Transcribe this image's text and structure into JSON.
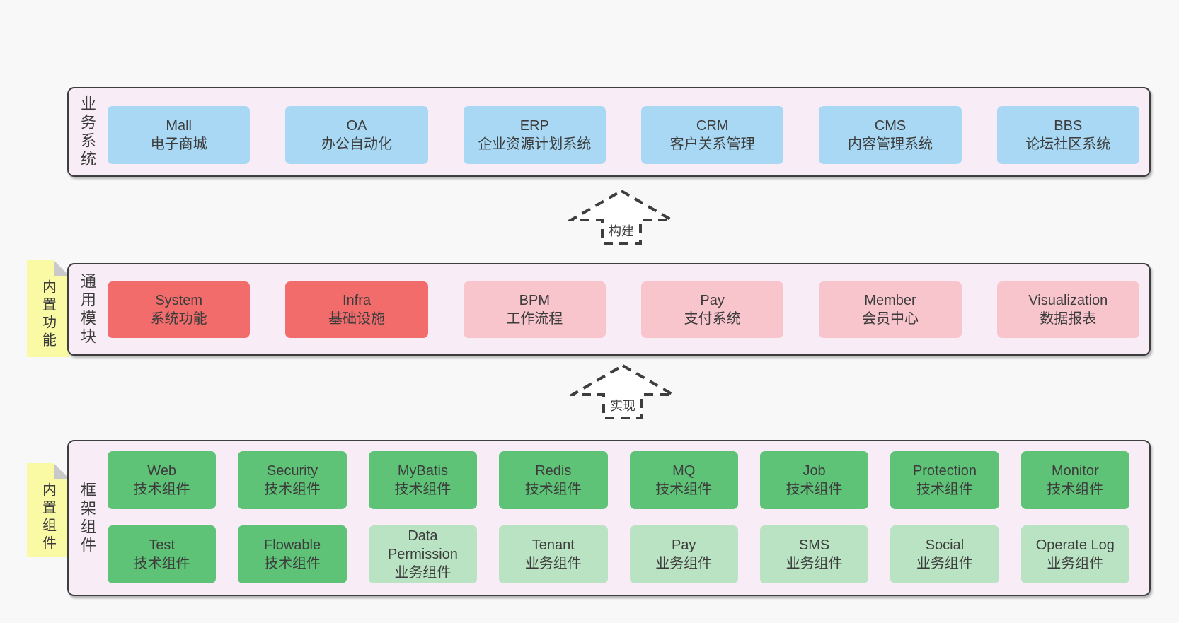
{
  "colors": {
    "page_bg": "#f8f8f8",
    "container_bg": "#f8edf6",
    "container_border": "#3e3e3e",
    "box_blue": "#a8d8f3",
    "box_red": "#f26c6c",
    "box_pink": "#f9c5cd",
    "box_green": "#5ec377",
    "box_green_light": "#b9e3c2",
    "note_yellow": "#fbfaa4",
    "note_fold_gray": "#c9c9c9",
    "text": "#3b3b3b"
  },
  "arrows": [
    {
      "label": "构建"
    },
    {
      "label": "实现"
    }
  ],
  "layers": [
    {
      "label": "业务系统",
      "boxes": [
        {
          "title": "Mall",
          "subtitle": "电子商城"
        },
        {
          "title": "OA",
          "subtitle": "办公自动化"
        },
        {
          "title": "ERP",
          "subtitle": "企业资源计划系统"
        },
        {
          "title": "CRM",
          "subtitle": "客户关系管理"
        },
        {
          "title": "CMS",
          "subtitle": "内容管理系统"
        },
        {
          "title": "BBS",
          "subtitle": "论坛社区系统"
        }
      ]
    },
    {
      "note": "内置功能",
      "label": "通用模块",
      "boxes": [
        {
          "title": "System",
          "subtitle": "系统功能"
        },
        {
          "title": "Infra",
          "subtitle": "基础设施"
        },
        {
          "title": "BPM",
          "subtitle": "工作流程"
        },
        {
          "title": "Pay",
          "subtitle": "支付系统"
        },
        {
          "title": "Member",
          "subtitle": "会员中心"
        },
        {
          "title": "Visualization",
          "subtitle": "数据报表"
        }
      ]
    },
    {
      "note": "内置组件",
      "label": "框架组件",
      "rows": [
        [
          {
            "title": "Web",
            "subtitle": "技术组件"
          },
          {
            "title": "Security",
            "subtitle": "技术组件"
          },
          {
            "title": "MyBatis",
            "subtitle": "技术组件"
          },
          {
            "title": "Redis",
            "subtitle": "技术组件"
          },
          {
            "title": "MQ",
            "subtitle": "技术组件"
          },
          {
            "title": "Job",
            "subtitle": "技术组件"
          },
          {
            "title": "Protection",
            "subtitle": "技术组件"
          },
          {
            "title": "Monitor",
            "subtitle": "技术组件"
          }
        ],
        [
          {
            "title": "Test",
            "subtitle": "技术组件"
          },
          {
            "title": "Flowable",
            "subtitle": "技术组件"
          },
          {
            "title": "Data Permission",
            "subtitle": "业务组件"
          },
          {
            "title": "Tenant",
            "subtitle": "业务组件"
          },
          {
            "title": "Pay",
            "subtitle": "业务组件"
          },
          {
            "title": "SMS",
            "subtitle": "业务组件"
          },
          {
            "title": "Social",
            "subtitle": "业务组件"
          },
          {
            "title": "Operate Log",
            "subtitle": "业务组件"
          }
        ]
      ]
    }
  ]
}
